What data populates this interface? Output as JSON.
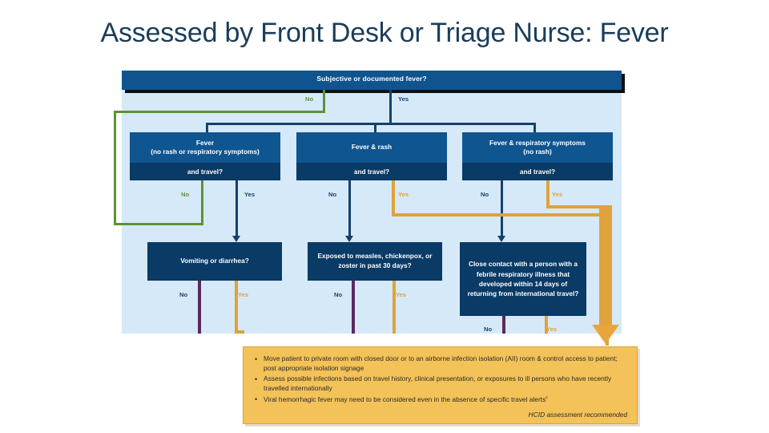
{
  "slide": {
    "title": "Assessed by Front Desk or Triage Nurse: Fever"
  },
  "colors": {
    "canvas_bg": "#d6e9f8",
    "box_blue": "#0f5590",
    "box_dark_blue": "#0a3a66",
    "header_blue": "#10548f",
    "line_navy": "#14416b",
    "line_green": "#5d9234",
    "line_orange": "#e0a23a",
    "line_purple": "#5a2a5c",
    "panel_yellow": "#f3c258",
    "panel_border": "#d9a23c",
    "title_color": "#1a3c5a"
  },
  "flow": {
    "root": {
      "question": "Subjective or documented fever?",
      "branch_no": "No",
      "branch_yes": "Yes"
    },
    "row2": [
      {
        "line1": "Fever",
        "line2": "(no rash or respiratory symptoms)",
        "travel": "and travel?",
        "branch_no": "No",
        "branch_yes": "Yes"
      },
      {
        "line1": "Fever & rash",
        "line2": "",
        "travel": "and travel?",
        "branch_no": "No",
        "branch_yes": "Yes"
      },
      {
        "line1": "Fever & respiratory symptoms",
        "line2": "(no rash)",
        "travel": "and travel?",
        "branch_no": "No",
        "branch_yes": "Yes"
      }
    ],
    "row3": [
      {
        "question": "Vomiting or diarrhea?",
        "branch_no": "No",
        "branch_yes": "Yes"
      },
      {
        "question": "Exposed to measles, chickenpox, or zoster in past 30 days?",
        "branch_no": "No",
        "branch_yes": "Yes"
      },
      {
        "question": "Close contact with a person with a febrile respiratory illness that developed within 14 days of returning from international travel?",
        "branch_no": "No",
        "branch_yes": "Yes"
      }
    ]
  },
  "action_panel": {
    "bullets": [
      "Move patient to private room with closed door or to an airborne infection isolation (AII) room & control access to patient; post appropriate isolation signage",
      "Assess possible infections based on travel history, clinical presentation, or exposures to ill persons who have recently travelled internationally",
      "Viral hemorrhagic fever may need to be considered even in the absence of specific travel alerts"
    ],
    "bullet3_superscript": "c",
    "hcid_note": "HCID assessment recommended"
  }
}
